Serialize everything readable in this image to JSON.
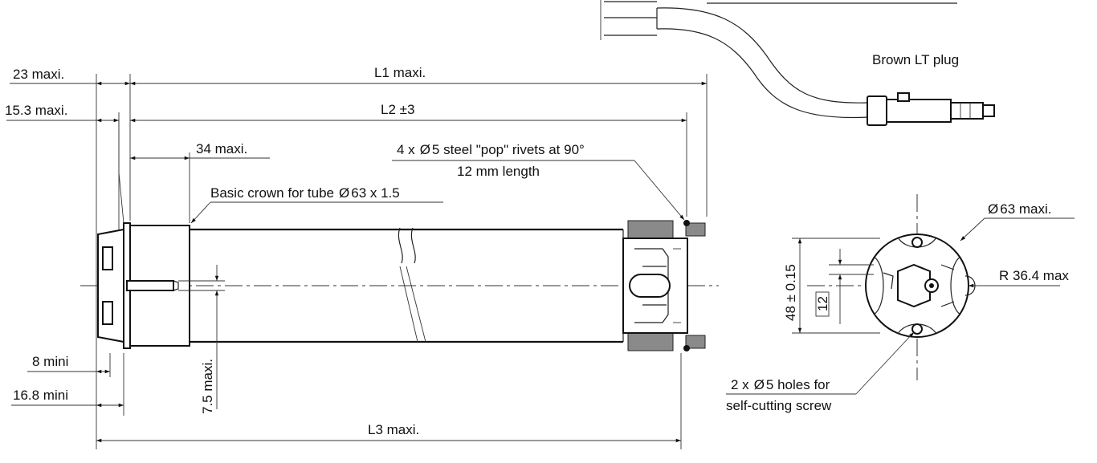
{
  "labels": {
    "l1": "L1 maxi.",
    "l2": "L2 ±3",
    "l3": "L3 maxi.",
    "d23": "23 maxi.",
    "d15_3": "15.3 maxi.",
    "d34": "34 maxi.",
    "crown": "Basic crown for tube",
    "crown_size": "63 x 1.5",
    "rivets_prefix": "4 x",
    "rivets": "5 steel \"pop\" rivets at 90°",
    "rivets_length": "12 mm length",
    "d8": "8 mini",
    "d16_8": "16.8 mini",
    "d7_5": "7.5 maxi.",
    "plug": "Brown LT plug",
    "d63": "63 maxi.",
    "r36_4": "R 36.4 max",
    "d48": "48 ± 0.15",
    "d12": "12",
    "holes_prefix": "2 x",
    "holes": "5 holes for",
    "holes_2": "self-cutting screw"
  },
  "symbols": {
    "diameter": "Ø"
  }
}
